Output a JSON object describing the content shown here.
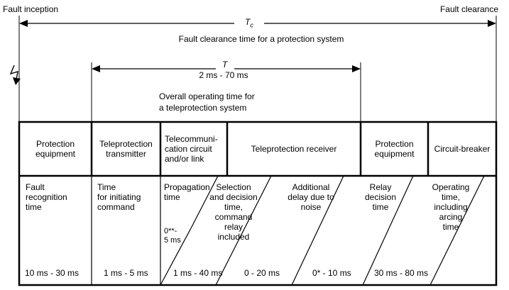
{
  "top": {
    "fault_inception": "Fault inception",
    "fault_clearance": "Fault clearance",
    "tc_symbol": "T",
    "tc_sub": "c",
    "tc_caption": "Fault clearance time for a protection system"
  },
  "teleprotection_span": {
    "t_symbol": "T",
    "t_range": "2 ms - 70 ms",
    "caption": "Overall operating time for\na teleprotection system"
  },
  "columns": [
    {
      "header": "Protection\nequipment"
    },
    {
      "header": "Teleprotection\ntransmitter"
    },
    {
      "header": "Telecommuni-\ncation circuit\nand/or link"
    },
    {
      "header": "Teleprotection receiver"
    },
    {
      "header": "Protection\nequipment"
    },
    {
      "header": "Circuit-breaker"
    }
  ],
  "steps": [
    {
      "label": "Fault\nrecognition\ntime",
      "range": "10 ms - 30 ms"
    },
    {
      "label": "Time\nfor initiating\ncommand",
      "range": "1 ms - 5 ms"
    },
    {
      "label": "Propagation\ntime",
      "sub_label": "0**-\n5 ms",
      "range": "1 ms - 40 ms"
    },
    {
      "label": "Selection\nand decision\ntime,\ncommand\nrelay\nincluded",
      "range": "0 - 20 ms"
    },
    {
      "label": "Additional\ndelay due to\nnoise",
      "range": "0* - 10 ms"
    },
    {
      "label": "Relay\ndecision\ntime",
      "range": "30 ms - 80 ms"
    },
    {
      "label": "Operating\ntime,\nincluding\narcing\ntime",
      "range": ""
    }
  ]
}
